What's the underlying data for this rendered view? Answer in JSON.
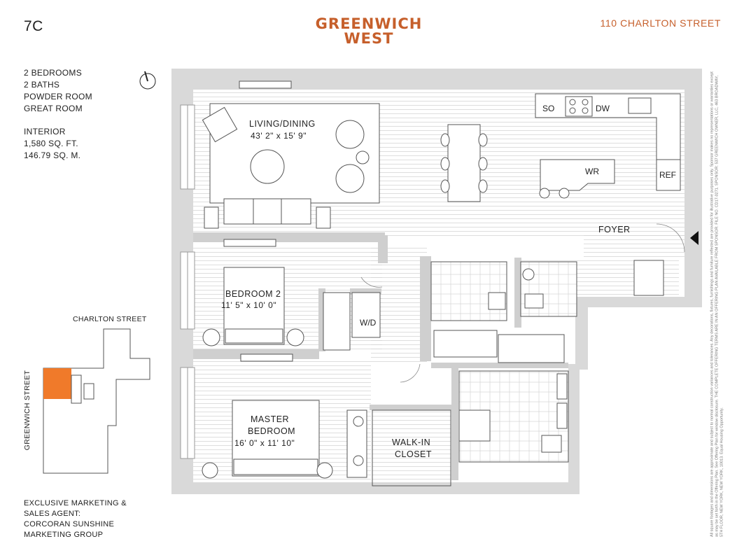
{
  "unit": "7C",
  "brand": {
    "line1": "GREENWICH",
    "line2": "WEST",
    "color": "#c65f2b"
  },
  "address": "110 CHARLTON STREET",
  "specs": {
    "bedrooms": "2 BEDROOMS",
    "baths": "2 BATHS",
    "powder": "POWDER ROOM",
    "great": "GREAT ROOM",
    "interior_label": "INTERIOR",
    "sqft": "1,580 SQ. FT.",
    "sqm": "146.79 SQ. M."
  },
  "keyplan": {
    "top_street": "CHARLTON STREET",
    "side_street": "GREENWICH STREET",
    "highlight_color": "#f07a2a"
  },
  "agent": {
    "line1": "EXCLUSIVE MARKETING &",
    "line2": "SALES AGENT:",
    "line3": "CORCORAN SUNSHINE",
    "line4": "MARKETING GROUP"
  },
  "rooms": {
    "living_name": "LIVING/DINING",
    "living_dim": "43' 2\" x 15' 9\"",
    "bed2_name": "BEDROOM 2",
    "bed2_dim": "11' 5\" x 10' 0\"",
    "master_name1": "MASTER",
    "master_name2": "BEDROOM",
    "master_dim": "16' 0\" x 11' 10\"",
    "closet1": "WALK-IN",
    "closet2": "CLOSET",
    "foyer": "FOYER",
    "wd": "W/D",
    "so": "SO",
    "dw": "DW",
    "wr": "WR",
    "ref": "REF"
  },
  "disclaimer": "All square footages and dimensions are approximate and subject to normal construction variances and tolerances. Any decorations, fixtures, furnishings and furniture reflected are provided for illustrative purposes only. Sponsor makes no representations or warranties except as may be set forth in the Offering Plan. See Offering Plan for window disclosure. THE COMPLETE OFFERING TERMS ARE IN AN OFFERING PLAN AVAILABLE FROM SPONSOR. FILE NO. CD17-0271. SPONSOR: 537 GREENWICH OWNER, LLC, 463 BROADWAY, 5TH FLOOR, NEW YORK, NEW YORK, 10013. Equal Housing Opportunity."
}
